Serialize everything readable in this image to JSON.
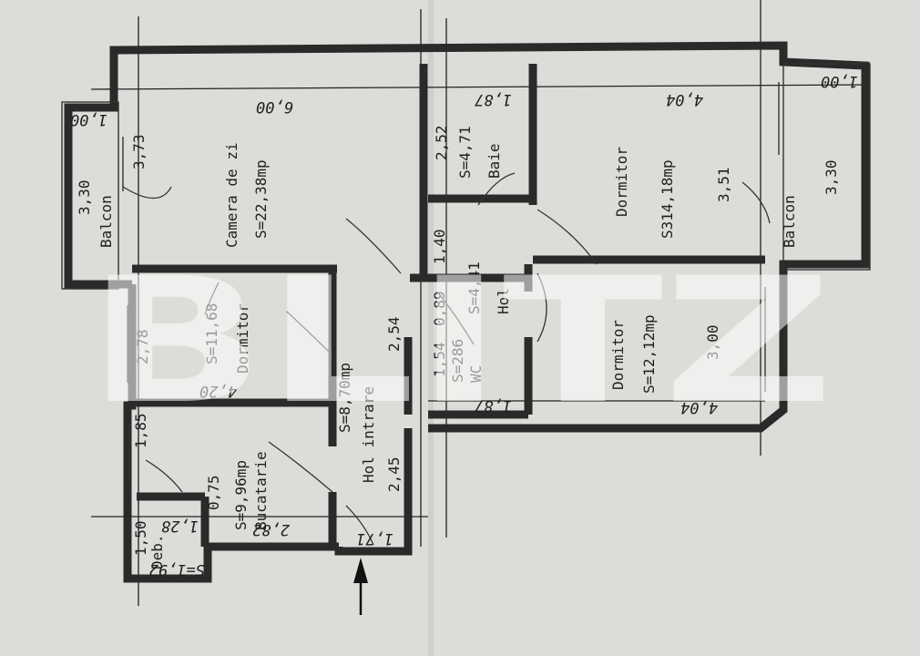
{
  "rooms": {
    "camera": {
      "name": "Camera de zi",
      "area": "S=22,38mp",
      "dim_len": "6,00",
      "dim_wid": "3,73"
    },
    "baie": {
      "name": "Baie",
      "area": "S=4,71",
      "dim_a": "2,52",
      "dim_b": "1,87"
    },
    "dorm1": {
      "name": "Dormitor",
      "area": "S314,18mp",
      "dim_len": "4,04",
      "dim_wid": "3,51"
    },
    "balcon1": {
      "name": "Balcon",
      "dim_a": "3,30",
      "dim_b": "1,00"
    },
    "balcon2": {
      "name": "Balcon",
      "dim_a": "3,30",
      "dim_b": "1,00"
    },
    "dorm2": {
      "name": "Dormitor",
      "area": "S=11,68",
      "dim_len": "4,20",
      "dim_wid": "2,78"
    },
    "hol": {
      "name": "Hol",
      "area": "S=4,41",
      "dim_a": "1,40"
    },
    "hol_intrare": {
      "name": "Hol intrare",
      "area": "S=8,70mp",
      "dim_a": "2,54",
      "dim_b": "2,45",
      "dim_c": "1,71"
    },
    "wc": {
      "name": "WC",
      "area": "S=286",
      "dim_a": "1,54",
      "dim_b": "0,89"
    },
    "dorm3": {
      "name": "Dormitor",
      "area": "S=12,12mp",
      "dim_len": "4,04",
      "dim_wid": "3,00",
      "dim_c": "1,87"
    },
    "bucatarie": {
      "name": "Bucatarie",
      "area": "S=9,96mp",
      "dim_a": "2,82",
      "dim_b": "1,85",
      "dim_c": "0,75"
    },
    "deb": {
      "name": "Deb.",
      "area": "S=1,92",
      "dim_a": "1,50",
      "dim_b": "1,28"
    }
  },
  "watermark": "BLITZ"
}
